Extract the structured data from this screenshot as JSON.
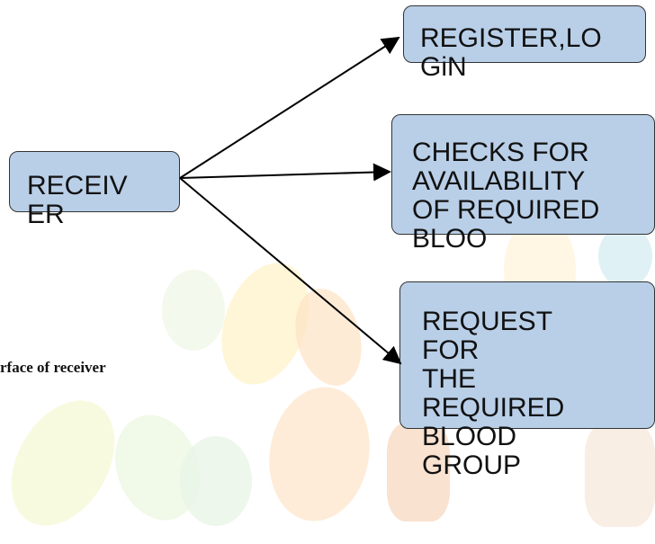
{
  "diagram": {
    "receiver_label": "RECEIV\nER",
    "register_label": "REGISTER,LO\nGiN",
    "checks_label": "CHECKS FOR\nAVAILABILITY\nOF REQUIRED\nBLOO",
    "request_label": "REQUEST\nFOR\nTHE\nREQUIRED\nBLOOD\nGROUP"
  },
  "caption": "rface of receiver",
  "colors": {
    "box_fill": "#b9cfe8",
    "box_border": "#333333",
    "arrow": "#000000",
    "watermark_orange": "#f4a15a",
    "watermark_yellow": "#ffe07a",
    "watermark_green": "#b7e0a6"
  }
}
